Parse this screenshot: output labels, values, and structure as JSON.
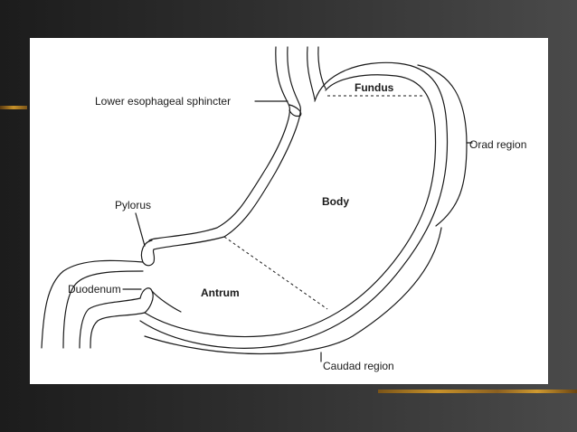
{
  "labels": {
    "les": "Lower esophageal sphincter",
    "fundus": "Fundus",
    "orad": "Orad region",
    "pylorus": "Pylorus",
    "body": "Body",
    "duodenum": "Duodenum",
    "antrum": "Antrum",
    "caudad": "Caudad region"
  },
  "colors": {
    "background_dark": "#2f2f2f",
    "panel": "#ffffff",
    "line": "#1a1a1a",
    "wall_shading": "#d8d8d8",
    "accent": "#c8922a"
  }
}
